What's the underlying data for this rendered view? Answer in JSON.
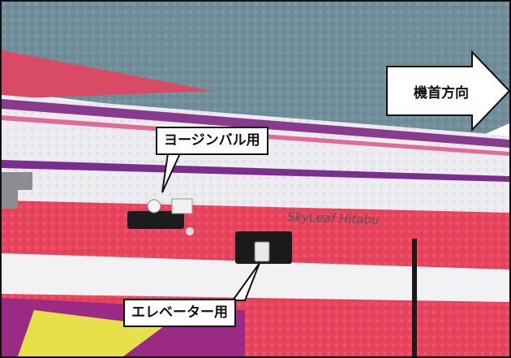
{
  "labels": {
    "nose_direction": "機首方向",
    "yaw_gimbal": "ヨージンバル用",
    "elevator": "エレベーター用"
  },
  "fuselage_text": "SkyLeaf  Hitabu"
}
